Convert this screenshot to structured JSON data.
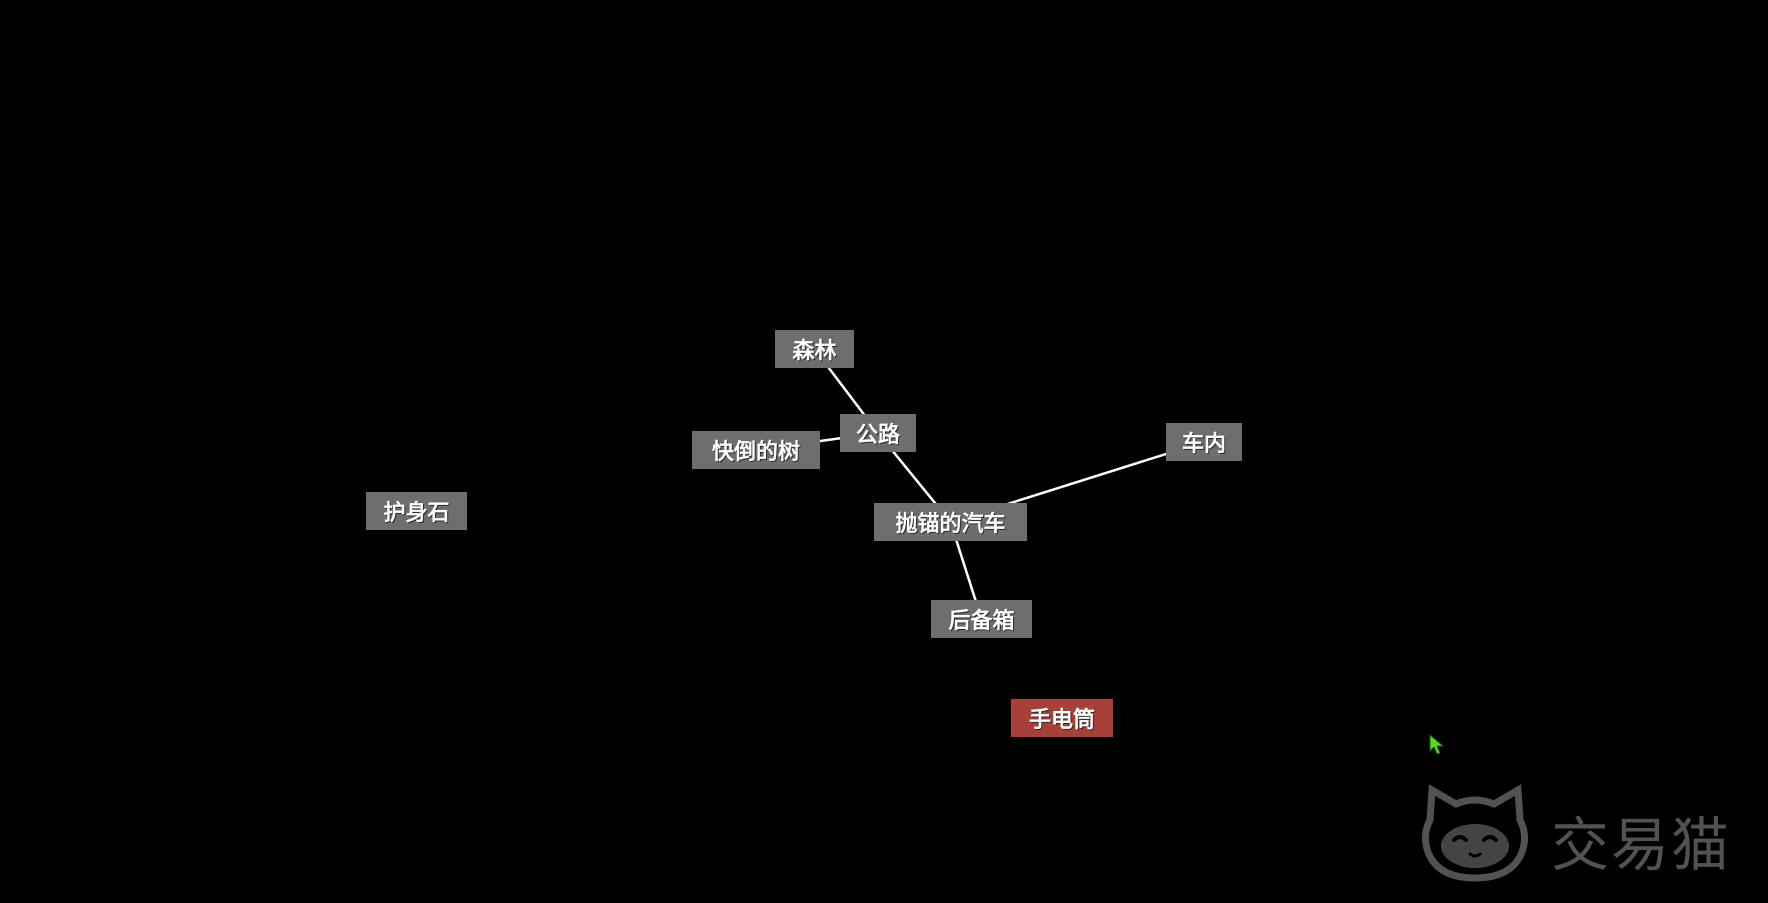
{
  "nodes": [
    {
      "id": "forest",
      "label": "森林",
      "type": "location"
    },
    {
      "id": "road",
      "label": "公路",
      "type": "location"
    },
    {
      "id": "fallen_tree",
      "label": "快倒的树",
      "type": "location"
    },
    {
      "id": "car",
      "label": "抛锚的汽车",
      "type": "location"
    },
    {
      "id": "car_interior",
      "label": "车内",
      "type": "location"
    },
    {
      "id": "trunk",
      "label": "后备箱",
      "type": "location"
    },
    {
      "id": "amulet",
      "label": "护身石",
      "type": "item"
    },
    {
      "id": "flashlight",
      "label": "手电筒",
      "type": "item-highlighted"
    }
  ],
  "connections": [
    [
      "forest",
      "road"
    ],
    [
      "road",
      "fallen_tree"
    ],
    [
      "road",
      "car"
    ],
    [
      "car",
      "car_interior"
    ],
    [
      "car",
      "trunk"
    ]
  ],
  "colors": {
    "background": "#000000",
    "node": "#6e6e6e",
    "node_highlight": "#a8403a",
    "link": "#ffffff",
    "cursor": "#5ad62e"
  },
  "watermark": {
    "text": "交易猫",
    "icon": "cat-logo-icon"
  }
}
